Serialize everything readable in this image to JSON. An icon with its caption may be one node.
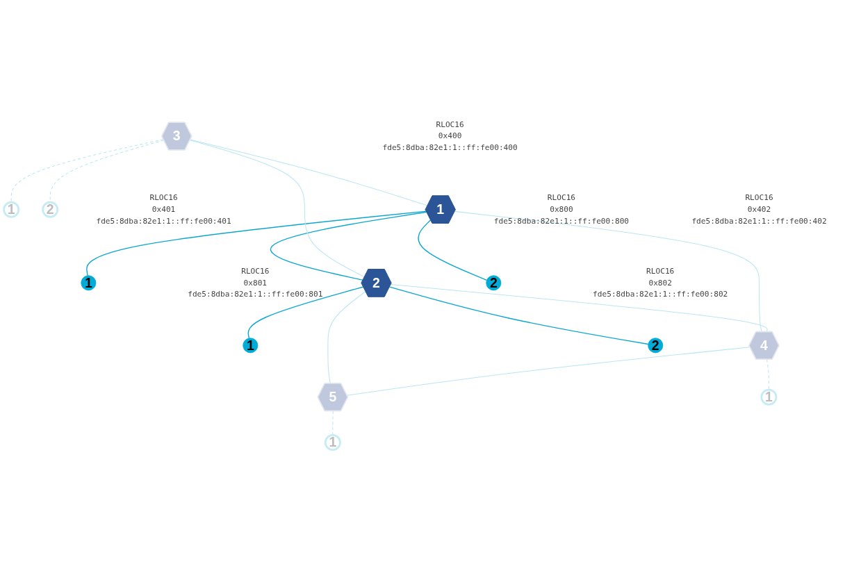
{
  "diagram": {
    "nodes": [
      {
        "text": [
          "1"
        ]
      },
      {
        "text": [
          "2"
        ]
      },
      {
        "text": [
          "1"
        ],
        "beside": [
          "RLOC16",
          "0x401",
          "fde5:8dba:82e1:1::ff:fe00:401"
        ]
      },
      {
        "text": [
          "1"
        ],
        "beside": [
          "RLOC16",
          "0x801",
          "fde5:8dba:82e1:1::ff:fe00:801"
        ]
      },
      {
        "text": [
          "3"
        ]
      },
      {
        "text": [
          "1"
        ],
        "beside": [
          "RLOC16",
          "0x400",
          "fde5:8dba:82e1:1::ff:fe00:400"
        ]
      },
      {
        "text": [
          "2"
        ],
        "beside": [
          "RLOC16",
          "0x800",
          "fde5:8dba:82e1:1::ff:fe00:800"
        ]
      },
      {
        "text": [
          "4"
        ]
      },
      {
        "text": [
          "2"
        ],
        "beside": [
          "RLOC16",
          "0x402",
          "fde5:8dba:82e1:1::ff:fe00:402"
        ]
      },
      {
        "text": [
          "5"
        ]
      },
      {
        "text": [
          "2"
        ],
        "beside": [
          "RLOC16",
          "0x802",
          "fde5:8dba:82e1:1::ff:fe00:802"
        ]
      },
      {
        "text": [
          "1"
        ]
      },
      {
        "text": [
          "1"
        ]
      }
    ],
    "edges": [
      {
        "from": 5,
        "to": 6,
        "arrow": "none",
        "color": "#0aa6d2"
      },
      {
        "from": 5,
        "to": 2,
        "arrow": "none",
        "color": "#0aa6d2"
      },
      {
        "from": 5,
        "to": 8,
        "arrow": "none",
        "color": "#0aa6d2"
      },
      {
        "from": 6,
        "to": 3,
        "arrow": "none",
        "color": "#0aa6d2"
      },
      {
        "from": 6,
        "to": 10,
        "arrow": "none",
        "color": "#0aa6d2"
      },
      {
        "from": 4,
        "to": 0,
        "arrow": "none",
        "style": "dashed"
      },
      {
        "from": 4,
        "to": 1,
        "arrow": "none",
        "style": "dashed"
      },
      {
        "from": 4,
        "to": 5,
        "arrow": "none"
      },
      {
        "from": 4,
        "to": 6,
        "arrow": "none"
      },
      {
        "from": 5,
        "to": 7,
        "arrow": "none"
      },
      {
        "from": 6,
        "to": 7,
        "arrow": "none"
      },
      {
        "from": 6,
        "to": 9,
        "arrow": "none"
      },
      {
        "from": 7,
        "to": 9,
        "arrow": "none"
      },
      {
        "from": 7,
        "to": 11,
        "arrow": "none",
        "style": "dashed"
      },
      {
        "from": 9,
        "to": 12,
        "arrow": "none",
        "style": "dashed"
      }
    ]
  }
}
